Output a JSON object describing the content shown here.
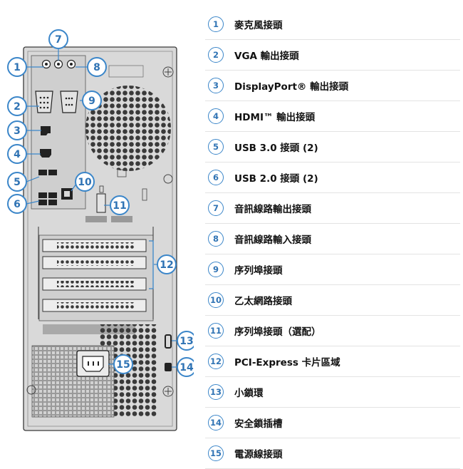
{
  "legend": {
    "items": [
      {
        "num": "1",
        "label": "麥克風接頭"
      },
      {
        "num": "2",
        "label": "VGA 輸出接頭"
      },
      {
        "num": "3",
        "label": "DisplayPort® 輸出接頭"
      },
      {
        "num": "4",
        "label": "HDMI™ 輸出接頭"
      },
      {
        "num": "5",
        "label": "USB 3.0 接頭 (2)"
      },
      {
        "num": "6",
        "label": "USB 2.0 接頭 (2)"
      },
      {
        "num": "7",
        "label": "音訊線路輸出接頭"
      },
      {
        "num": "8",
        "label": "音訊線路輸入接頭"
      },
      {
        "num": "9",
        "label": "序列埠接頭"
      },
      {
        "num": "10",
        "label": "乙太網路接頭"
      },
      {
        "num": "11",
        "label": "序列埠接頭（選配）"
      },
      {
        "num": "12",
        "label": "PCI-Express 卡片區域"
      },
      {
        "num": "13",
        "label": "小鎖環"
      },
      {
        "num": "14",
        "label": "安全鎖插槽"
      },
      {
        "num": "15",
        "label": "電源線接頭"
      }
    ]
  },
  "callouts": [
    "1",
    "2",
    "3",
    "4",
    "5",
    "6",
    "7",
    "8",
    "9",
    "10",
    "11",
    "12",
    "13",
    "14",
    "15"
  ],
  "colors": {
    "accent": "#3b86c9",
    "panel": "#d6d6d6",
    "outline": "#3a3a3a"
  }
}
